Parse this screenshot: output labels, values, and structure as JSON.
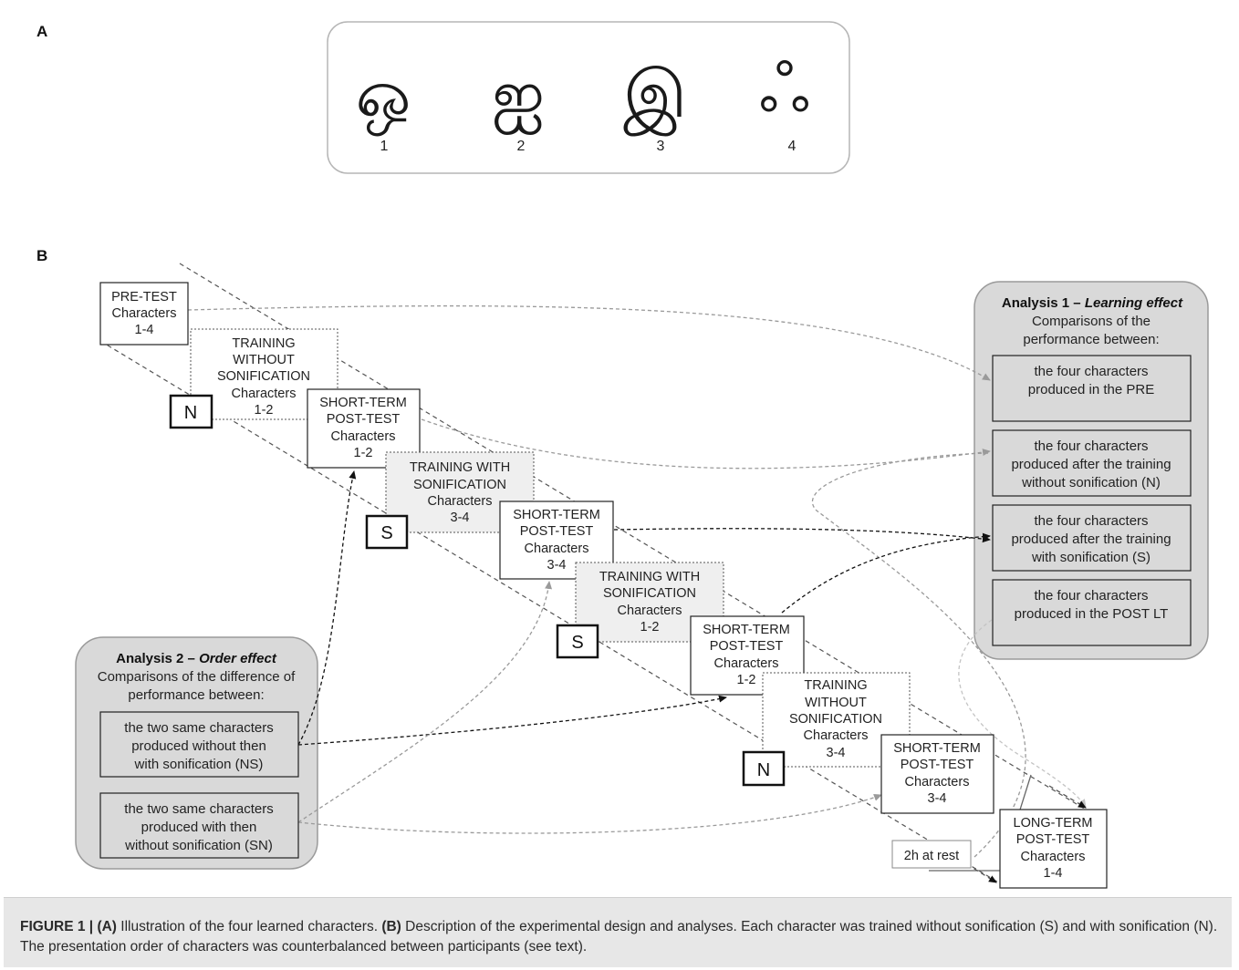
{
  "panel_a": {
    "label": "A",
    "characters": [
      {
        "number": "1",
        "glyph": "ஒ"
      },
      {
        "number": "2",
        "glyph": "ஐ"
      },
      {
        "number": "3",
        "glyph": "இ"
      },
      {
        "number": "4",
        "glyph": "ஃ"
      }
    ]
  },
  "panel_b": {
    "label": "B",
    "steps": {
      "pre": [
        "PRE-TEST",
        "Characters",
        "1-4"
      ],
      "train1": [
        "TRAINING",
        "WITHOUT",
        "SONIFICATION",
        "Characters",
        "1-2"
      ],
      "post1": [
        "SHORT-TERM",
        "POST-TEST",
        "Characters",
        "1-2"
      ],
      "train2": [
        "TRAINING  WITH",
        "SONIFICATION",
        "Characters",
        "3-4"
      ],
      "post2": [
        "SHORT-TERM",
        "POST-TEST",
        "Characters",
        "3-4"
      ],
      "train3": [
        "TRAINING  WITH",
        "SONIFICATION",
        "Characters",
        "1-2"
      ],
      "post3": [
        "SHORT-TERM",
        "POST-TEST",
        "Characters",
        "1-2"
      ],
      "train4": [
        "TRAINING",
        "WITHOUT",
        "SONIFICATION",
        "Characters",
        "3-4"
      ],
      "post4": [
        "SHORT-TERM",
        "POST-TEST",
        "Characters",
        "3-4"
      ],
      "longterm": [
        "LONG-TERM",
        "POST-TEST",
        "Characters",
        "1-4"
      ],
      "rest": "2h at rest"
    },
    "condition_tags": {
      "n1": "N",
      "s1": "S",
      "s2": "S",
      "n2": "N"
    },
    "analysis1": {
      "title_prefix": "Analysis 1 – ",
      "title_em": "Learning effect",
      "subtitle": [
        "Comparisons of the",
        "performance between:"
      ],
      "items": [
        [
          "the four characters",
          "produced in the PRE"
        ],
        [
          "the four characters",
          "produced after the training",
          "without sonification (N)"
        ],
        [
          "the four characters",
          "produced after the training",
          "with sonification (S)"
        ],
        [
          "the four characters",
          "produced in the POST LT"
        ]
      ]
    },
    "analysis2": {
      "title_prefix": "Analysis 2 – ",
      "title_em": "Order effect",
      "subtitle": [
        "Comparisons of the difference of",
        "performance between:"
      ],
      "items": [
        [
          "the two same characters",
          "produced without then",
          "with sonification (NS)"
        ],
        [
          "the two same characters",
          "produced with then",
          "without sonification (SN)"
        ]
      ]
    }
  },
  "caption": {
    "label": "FIGURE 1 | ",
    "a_label": "(A)",
    "a_text": " Illustration of the four learned characters. ",
    "b_label": "(B)",
    "b_text": " Description of the experimental design and analyses. Each character was trained without sonification (S) and with sonification (N). The presentation order of characters was counterbalanced between participants (see text)."
  },
  "colors": {
    "box_fill_grey": "#d9d9d9",
    "training_with_fill": "#efefef",
    "arrow_black": "#111111",
    "arrow_grey": "#9a9a9a"
  }
}
